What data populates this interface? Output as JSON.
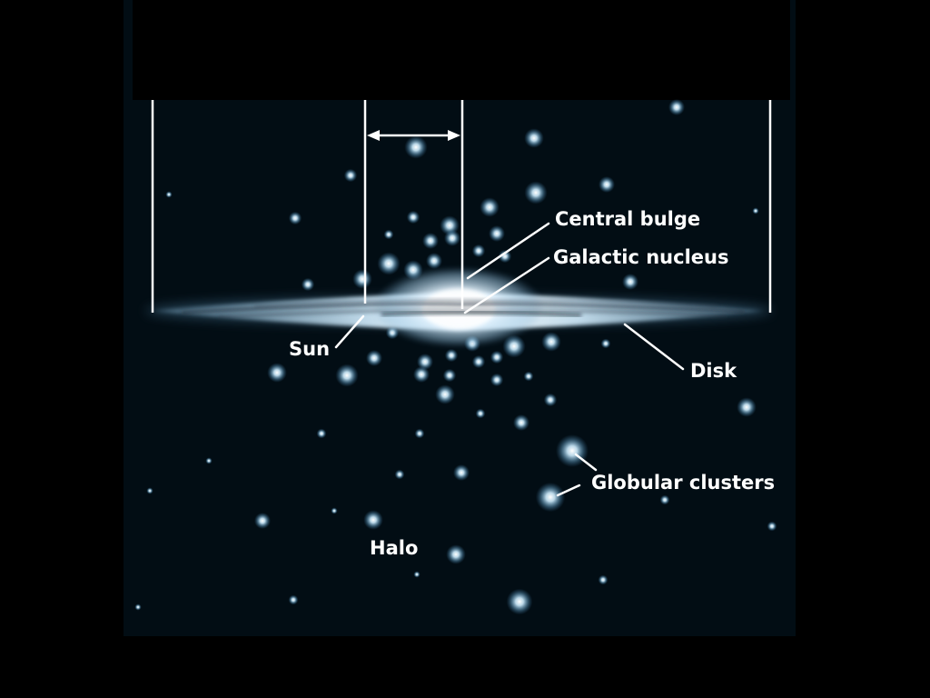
{
  "labels": {
    "central_bulge": "Central bulge",
    "galactic_nucleus": "Galactic nucleus",
    "sun": "Sun",
    "disk": "Disk",
    "globular_clusters": "Globular clusters",
    "halo": "Halo"
  },
  "colors": {
    "background": "#000000",
    "panel": "#030f16",
    "label": "#ffffff",
    "star": "#bfe6ff"
  }
}
